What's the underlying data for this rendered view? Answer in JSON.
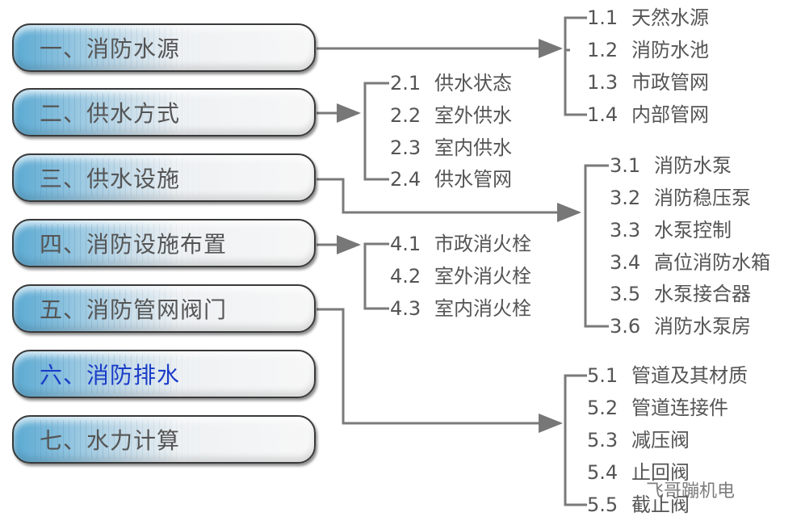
{
  "categories": [
    {
      "label": "一、消防水源",
      "items": [
        {
          "num": "1.1",
          "text": "天然水源"
        },
        {
          "num": "1.2",
          "text": "消防水池"
        },
        {
          "num": "1.3",
          "text": "市政管网"
        },
        {
          "num": "1.4",
          "text": "内部管网"
        }
      ]
    },
    {
      "label": "二、供水方式",
      "items": [
        {
          "num": "2.1",
          "text": "供水状态"
        },
        {
          "num": "2.2",
          "text": "室外供水"
        },
        {
          "num": "2.3",
          "text": "室内供水"
        },
        {
          "num": "2.4",
          "text": "供水管网"
        }
      ]
    },
    {
      "label": "三、供水设施",
      "items": [
        {
          "num": "3.1",
          "text": "消防水泵"
        },
        {
          "num": "3.2",
          "text": "消防稳压泵"
        },
        {
          "num": "3.3",
          "text": "水泵控制"
        },
        {
          "num": "3.4",
          "text": "高位消防水箱"
        },
        {
          "num": "3.5",
          "text": "水泵接合器"
        },
        {
          "num": "3.6",
          "text": "消防水泵房"
        }
      ]
    },
    {
      "label": "四、消防设施布置",
      "items": [
        {
          "num": "4.1",
          "text": "市政消火栓"
        },
        {
          "num": "4.2",
          "text": "室外消火栓"
        },
        {
          "num": "4.3",
          "text": "室内消火栓"
        }
      ]
    },
    {
      "label": "五、消防管网阀门",
      "items": [
        {
          "num": "5.1",
          "text": "管道及其材质"
        },
        {
          "num": "5.2",
          "text": "管道连接件"
        },
        {
          "num": "5.3",
          "text": "减压阀"
        },
        {
          "num": "5.4",
          "text": "止回阀"
        },
        {
          "num": "5.5",
          "text": "截止阀"
        }
      ]
    },
    {
      "label": "六、消防排水",
      "items": []
    },
    {
      "label": "七、水力计算",
      "items": []
    }
  ],
  "highlight_color": "#1a3cc8",
  "watermark": "飞哥蹦机电"
}
